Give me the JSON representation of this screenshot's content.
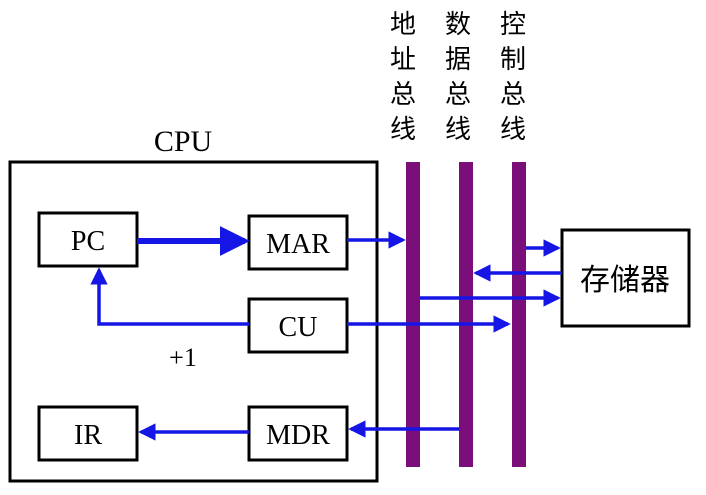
{
  "colors": {
    "bus": "#7a0f7a",
    "arrow": "#1515e6",
    "stroke": "#000000"
  },
  "cpu": {
    "label": "CPU",
    "registers": {
      "pc": "PC",
      "mar": "MAR",
      "cu": "CU",
      "ir": "IR",
      "mdr": "MDR"
    },
    "increment_label": "+1"
  },
  "buses": {
    "address": [
      "地",
      "址",
      "总",
      "线"
    ],
    "data": [
      "数",
      "据",
      "总",
      "线"
    ],
    "control": [
      "控",
      "制",
      "总",
      "线"
    ]
  },
  "memory": {
    "label": "存储器"
  }
}
